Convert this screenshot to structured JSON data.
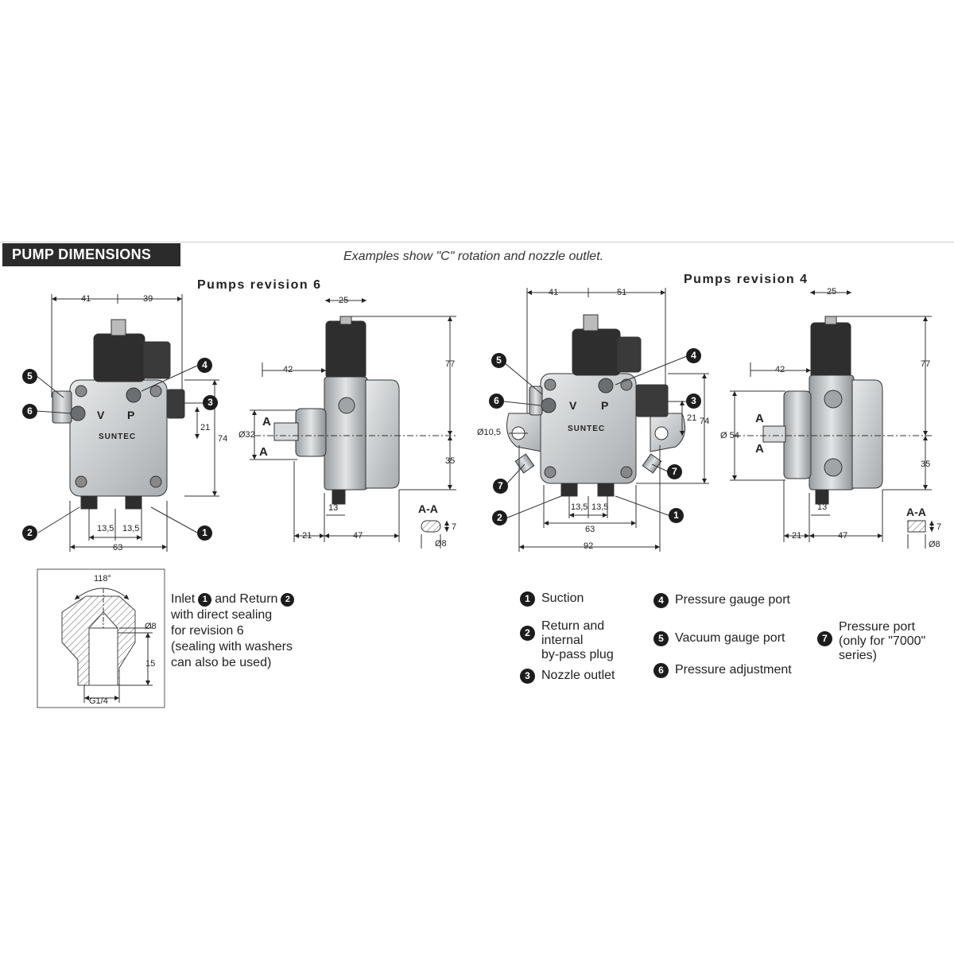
{
  "header": {
    "section_title": "PUMP DIMENSIONS",
    "subtitle": "Examples show \"C\" rotation and nozzle outlet."
  },
  "rev6": {
    "title": "Pumps  revision  6",
    "front": {
      "dims": [
        "41",
        "39",
        "74",
        "21",
        "13,5",
        "13,5",
        "63"
      ],
      "callouts": [
        "5",
        "6",
        "4",
        "3",
        "2",
        "1"
      ],
      "labels": [
        "V",
        "P"
      ],
      "brand": "SUNTEC"
    },
    "side": {
      "dims": [
        "25",
        "42",
        "77",
        "35",
        "Ø32",
        "13",
        "21",
        "47"
      ],
      "section_marks": [
        "A",
        "A"
      ]
    },
    "section": {
      "title": "A-A",
      "dims": [
        "7",
        "Ø8"
      ]
    }
  },
  "rev4": {
    "title": "Pumps  revision  4",
    "front": {
      "dims": [
        "41",
        "51",
        "74",
        "21",
        "Ø10,5",
        "13,5",
        "13,5",
        "63",
        "92"
      ],
      "callouts": [
        "5",
        "4",
        "6",
        "3",
        "7",
        "7",
        "2",
        "1"
      ],
      "labels": [
        "V",
        "P"
      ],
      "brand": "SUNTEC"
    },
    "side": {
      "dims": [
        "25",
        "42",
        "77",
        "35",
        "Ø 54",
        "13",
        "21",
        "47"
      ],
      "section_marks": [
        "A",
        "A"
      ]
    },
    "section": {
      "title": "A-A",
      "dims": [
        "7",
        "Ø8"
      ]
    }
  },
  "detail": {
    "dims": [
      "118°",
      "Ø8",
      "15",
      "G1/4"
    ]
  },
  "inlet_note": {
    "line1_a": "Inlet",
    "line1_callout1": "1",
    "line1_b": "and Return",
    "line1_callout2": "2",
    "line2": "with direct sealing",
    "line3": "for revision 6",
    "line4": "(sealing with washers",
    "line5": "can also be used)"
  },
  "legend": [
    {
      "num": "1",
      "text": "Suction"
    },
    {
      "num": "2",
      "text": "Return and\ninternal\nby-pass plug"
    },
    {
      "num": "3",
      "text": "Nozzle outlet"
    },
    {
      "num": "4",
      "text": "Pressure gauge port"
    },
    {
      "num": "5",
      "text": "Vacuum gauge port"
    },
    {
      "num": "6",
      "text": "Pressure adjustment"
    },
    {
      "num": "7",
      "text": "Pressure port\n(only for \"7000\"\nseries)"
    }
  ],
  "colors": {
    "badge": "#2b2b2b",
    "callout": "#1c1c1c",
    "pump_body": "#c9ccce",
    "coil": "#2e2e2e"
  }
}
